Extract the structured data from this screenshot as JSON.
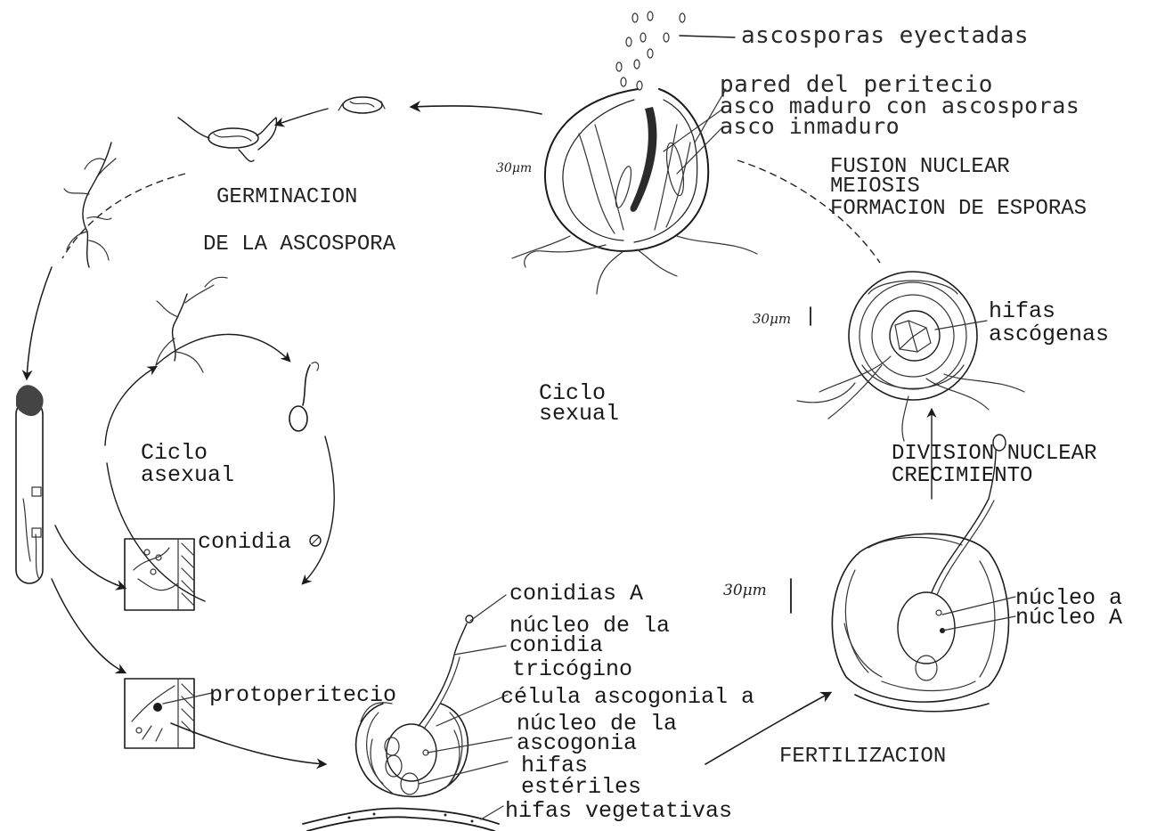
{
  "labels": {
    "ejected": "ascosporas eyectadas",
    "wall": "pared del peritecio",
    "mature": "asco maduro con ascosporas",
    "immature": "asco inmaduro",
    "fusion": "FUSION NUCLEAR",
    "meiosis": "MEIOSIS",
    "formation": "FORMACION DE ESPORAS",
    "germ1": "GERMINACION",
    "germ2": "DE LA ASCOSPORA",
    "scale1": "30μm",
    "scale2": "30μm",
    "scale3": "30μm",
    "hifas1": "hifas",
    "hifas2": "ascógenas",
    "sexual1": "Ciclo",
    "sexual2": "sexual",
    "asexual1": "Ciclo",
    "asexual2": "asexual",
    "division": "DIVISION NUCLEAR",
    "growth": "CRECIMIENTO",
    "conidia": "conidia",
    "nucA_lower": "núcleo a",
    "nucA_upper": "núcleo A",
    "conidiasA": "conidias A",
    "nuc_con1": "núcleo de la",
    "nuc_con2": "conidia",
    "tricogino": "tricógino",
    "protoperitecio": "protoperitecio",
    "ascogonial": "célula ascogonial a",
    "nuc_asc1": "núcleo de la",
    "nuc_asc2": "ascogonia",
    "fertilization": "FERTILIZACION",
    "hifas_est1": "hifas",
    "hifas_est2": "estériles",
    "hifas_veg": "hifas vegetativas"
  }
}
